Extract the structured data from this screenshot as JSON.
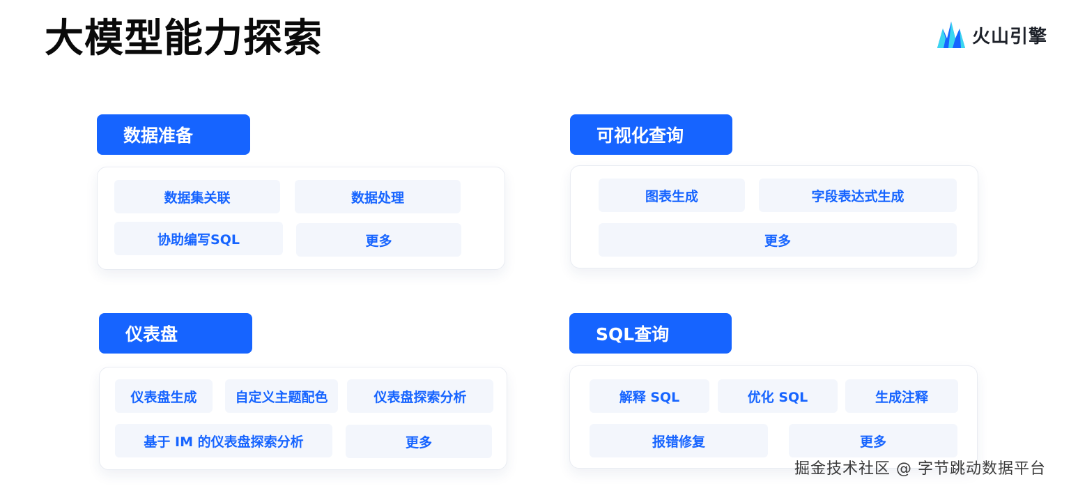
{
  "page": {
    "title": "大模型能力探索"
  },
  "logo": {
    "text": "火山引擎",
    "icon": "volcano-logo-icon"
  },
  "sections": {
    "data_prep": {
      "header": "数据准备",
      "items": [
        "数据集关联",
        "数据处理",
        "协助编写SQL",
        "更多"
      ]
    },
    "visual_query": {
      "header": "可视化查询",
      "items": [
        "图表生成",
        "字段表达式生成",
        "更多"
      ]
    },
    "dashboard": {
      "header": "仪表盘",
      "items": [
        "仪表盘生成",
        "自定义主题配色",
        "仪表盘探索分析",
        "基于 IM 的仪表盘探索分析",
        "更多"
      ]
    },
    "sql_query": {
      "header": "SQL查询",
      "items": [
        "解释 SQL",
        "优化 SQL",
        "生成注释",
        "报错修复",
        "更多"
      ]
    }
  },
  "watermark": "掘金技术社区 @ 字节跳动数据平台",
  "colors": {
    "accent": "#1664ff",
    "chip_bg": "#f3f6fc",
    "logo_light": "#3ad6f0"
  }
}
